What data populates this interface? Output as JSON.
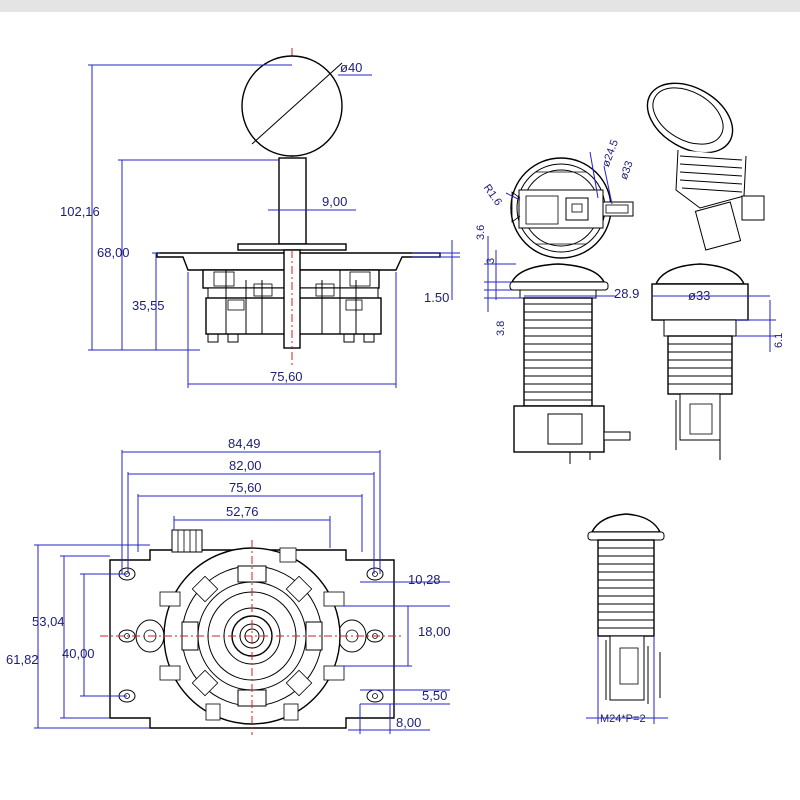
{
  "joystick_side": {
    "height_total": "102,16",
    "height_shaft": "68,00",
    "height_base": "35,55",
    "ball_diameter": "ø40",
    "shaft_diameter": "9,00",
    "plate_thickness": "1.50",
    "width": "75,60"
  },
  "joystick_bottom": {
    "width_outer": "84,49",
    "width_holes": "82,00",
    "width_body": "75,60",
    "width_connector": "52,76",
    "height_outer": "61,82",
    "height_plate": "53,04",
    "height_holes": "40,00",
    "slot_a": "10,28",
    "slot_spacing": "18,00",
    "slot_b": "5,50",
    "slot_c": "8,00"
  },
  "button_top": {
    "radius": "R1.6",
    "inner_diameter": "ø24.5",
    "outer_diameter": "ø33"
  },
  "button_front": {
    "dim_top": "3.6",
    "dim_mid": "3",
    "dim_low": "3.8",
    "inner_width": "28.9"
  },
  "button_side": {
    "diameter": "ø33",
    "depth": "6.1"
  },
  "button_thread": {
    "label": "M24*P=2"
  }
}
